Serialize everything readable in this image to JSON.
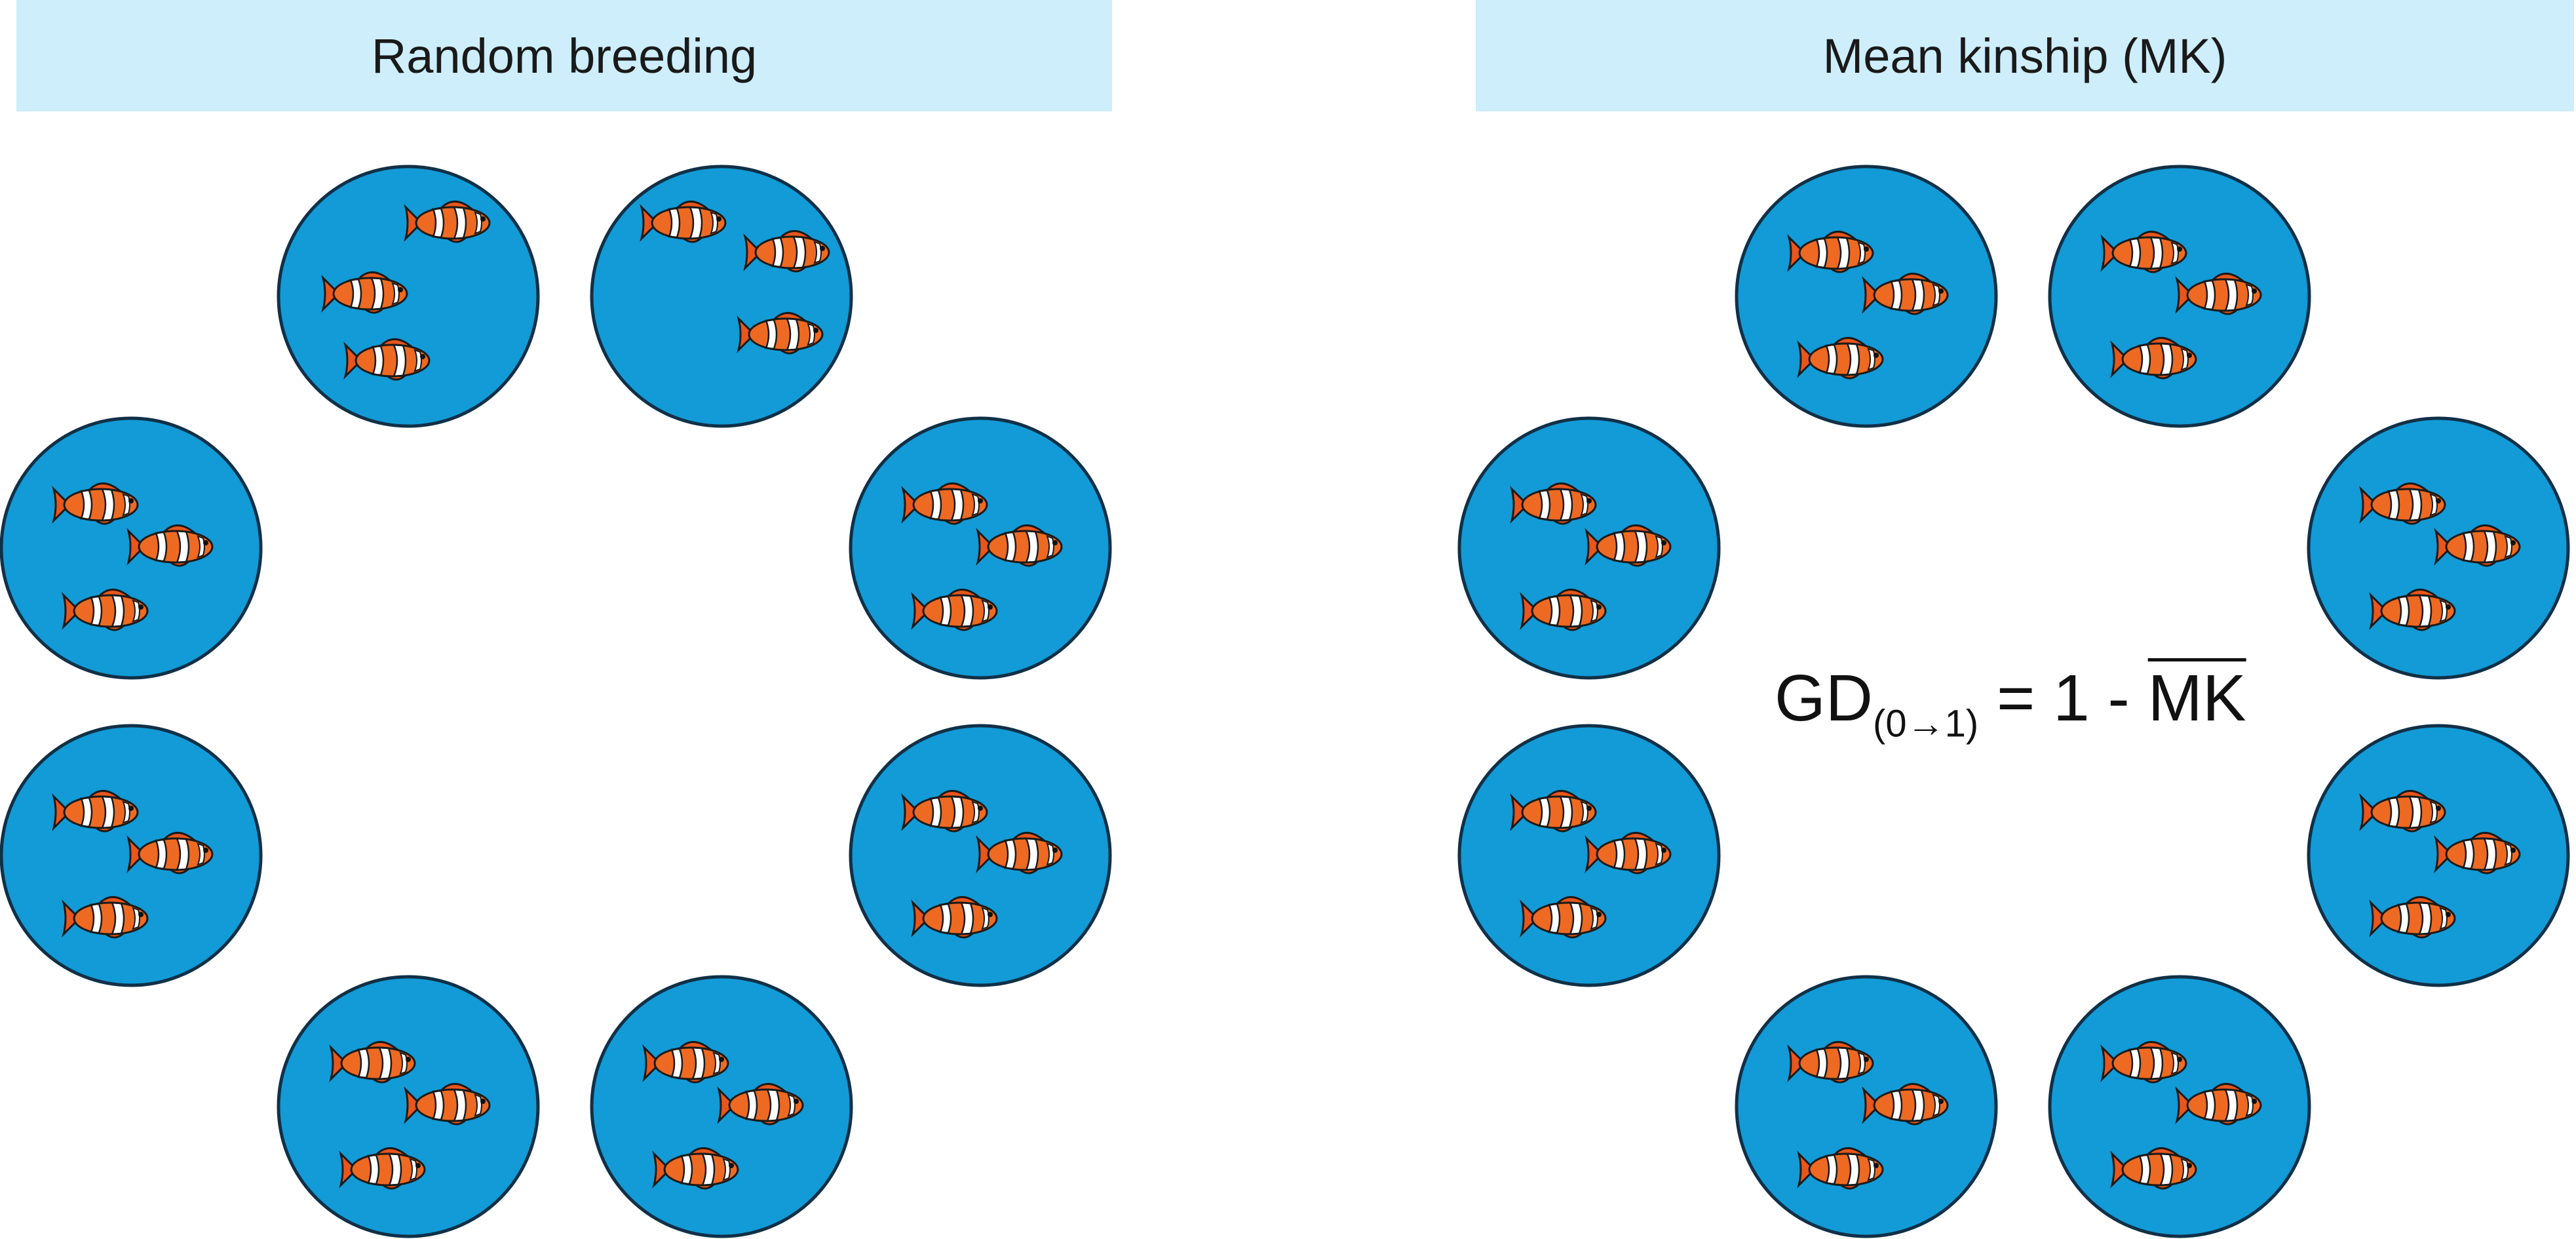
{
  "panels": [
    {
      "title": "Random breeding"
    },
    {
      "title": "Mean kinship (MK)"
    }
  ],
  "formula": {
    "lhs": "GD",
    "subscript": "(0→1)",
    "equals": "= 1 -",
    "rhs": "MK"
  },
  "icons": {
    "tank": "aquarium-circle",
    "fish": "clownfish-icon"
  },
  "colors": {
    "tank_fill": "#129bd6",
    "tank_stroke": "#113047",
    "header_bg": "#cdeefa",
    "fish_orange": "#e8561c"
  }
}
